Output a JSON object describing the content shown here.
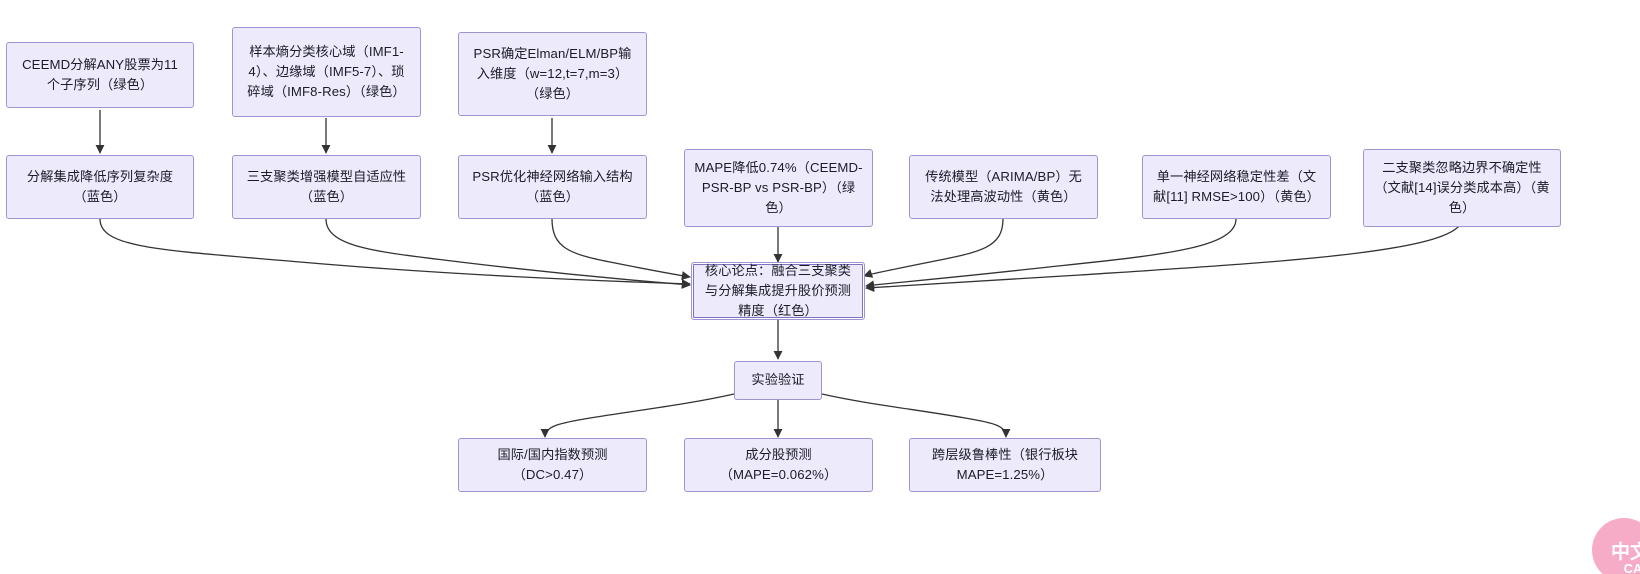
{
  "diagram": {
    "type": "flowchart",
    "title": "",
    "background_color": "#ffffff",
    "node_fill": "#ECEAFB",
    "node_border": "#9E96D4",
    "core_node_border": "#7D72C4",
    "edge_color": "#333333",
    "nodes": [
      {
        "id": "n1",
        "label": "CEEMD分解ANY股票为11个子序列（绿色）"
      },
      {
        "id": "n2",
        "label": "样本熵分类核心域（IMF1-4）、边缘域（IMF5-7）、琐碎域（IMF8-Res）（绿色）"
      },
      {
        "id": "n3",
        "label": "PSR确定Elman/ELM/BP输入维度（w=12,t=7,m=3）（绿色）"
      },
      {
        "id": "n4",
        "label": "分解集成降低序列复杂度（蓝色）"
      },
      {
        "id": "n5",
        "label": "三支聚类增强模型自适应性（蓝色）"
      },
      {
        "id": "n6",
        "label": "PSR优化神经网络输入结构（蓝色）"
      },
      {
        "id": "n7",
        "label": "MAPE降低0.74%（CEEMD-PSR-BP vs PSR-BP）（绿色）"
      },
      {
        "id": "n8",
        "label": "传统模型（ARIMA/BP）无法处理高波动性（黄色）"
      },
      {
        "id": "n9",
        "label": "单一神经网络稳定性差（文献[11] RMSE>100）（黄色）"
      },
      {
        "id": "n10",
        "label": "二支聚类忽略边界不确定性（文献[14]误分类成本高）（黄色）"
      },
      {
        "id": "core",
        "label": "核心论点：融合三支聚类与分解集成提升股价预测精度（红色）"
      },
      {
        "id": "exp",
        "label": "实验验证"
      },
      {
        "id": "r1",
        "label": "国际/国内指数预测（DC>0.47）"
      },
      {
        "id": "r2",
        "label": "成分股预测（MAPE=0.062%）"
      },
      {
        "id": "r3",
        "label": "跨层级鲁棒性（银行板块MAPE=1.25%）"
      }
    ],
    "edges": [
      {
        "from": "n1",
        "to": "n4"
      },
      {
        "from": "n2",
        "to": "n5"
      },
      {
        "from": "n3",
        "to": "n6"
      },
      {
        "from": "n4",
        "to": "core"
      },
      {
        "from": "n5",
        "to": "core"
      },
      {
        "from": "n6",
        "to": "core"
      },
      {
        "from": "n7",
        "to": "core"
      },
      {
        "from": "n8",
        "to": "core"
      },
      {
        "from": "n9",
        "to": "core"
      },
      {
        "from": "n10",
        "to": "core"
      },
      {
        "from": "core",
        "to": "exp"
      },
      {
        "from": "exp",
        "to": "r1"
      },
      {
        "from": "exp",
        "to": "r2"
      },
      {
        "from": "exp",
        "to": "r3"
      }
    ]
  },
  "watermark": {
    "text": "中文",
    "sub": "CA",
    "color": "#F5A1C0"
  }
}
